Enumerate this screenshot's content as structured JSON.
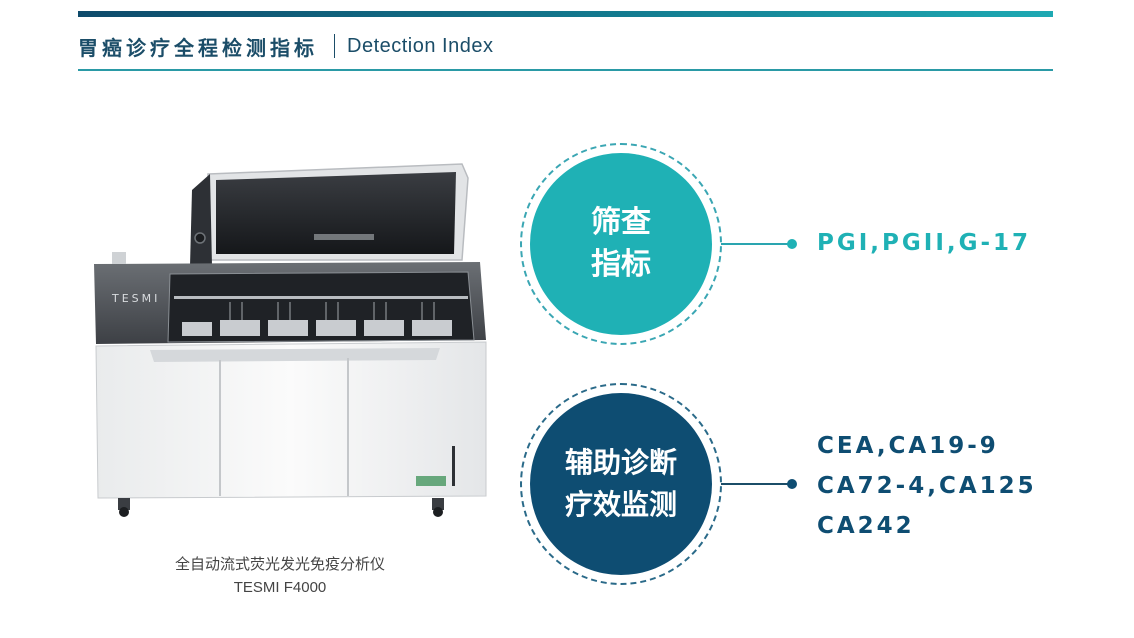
{
  "header": {
    "title_cn": "胃癌诊疗全程检测指标",
    "title_en": "Detection Index"
  },
  "device": {
    "brand_text": "TESMI",
    "caption_cn": "全自动流式荧光发光免疫分析仪",
    "caption_en": "TESMI F4000"
  },
  "screening": {
    "label_line1": "筛查",
    "label_line2": "指标",
    "value": "PGI,PGII,G-17"
  },
  "diagnosis": {
    "label_line1": "辅助诊断",
    "label_line2": "疗效监测",
    "values": [
      "CEA,CA19-9",
      "CA72-4,CA125",
      "CA242"
    ]
  },
  "colors": {
    "teal": "#1fb1b5",
    "navy": "#0e4d72",
    "header_text": "#1b4d68"
  }
}
